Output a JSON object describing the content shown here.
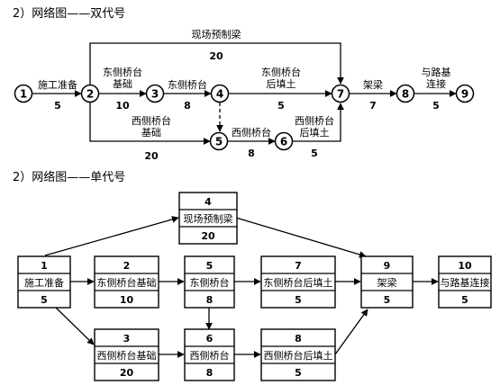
{
  "section1": {
    "heading": "2）网络图——双代号",
    "nodes": [
      "1",
      "2",
      "3",
      "4",
      "5",
      "6",
      "7",
      "8",
      "9"
    ],
    "activities": [
      {
        "id": "a12",
        "name": "施工准备",
        "duration": "5"
      },
      {
        "id": "a23",
        "name": "东侧桥台\n基础",
        "duration": "10"
      },
      {
        "id": "a34",
        "name": "东侧桥台",
        "duration": "8"
      },
      {
        "id": "a47",
        "name": "东侧桥台\n后填土",
        "duration": "5"
      },
      {
        "id": "a27",
        "name": "现场预制梁",
        "duration": "20"
      },
      {
        "id": "a25",
        "name": "西侧桥台\n基础",
        "duration": "20"
      },
      {
        "id": "a56",
        "name": "西侧桥台",
        "duration": "8"
      },
      {
        "id": "a67",
        "name": "西侧桥台\n后填土",
        "duration": "5"
      },
      {
        "id": "a78",
        "name": "架梁",
        "duration": "7"
      },
      {
        "id": "a89",
        "name": "与路基\n连接",
        "duration": "5"
      }
    ]
  },
  "section2": {
    "heading": "2）网络图——单代号",
    "boxes": [
      {
        "id": "1",
        "name": "施工准备",
        "duration": "5"
      },
      {
        "id": "2",
        "name": "东侧桥台基础",
        "duration": "10"
      },
      {
        "id": "3",
        "name": "西侧桥台基础",
        "duration": "20"
      },
      {
        "id": "4",
        "name": "现场预制梁",
        "duration": "20"
      },
      {
        "id": "5",
        "name": "东侧桥台",
        "duration": "8"
      },
      {
        "id": "6",
        "name": "西侧桥台",
        "duration": "8"
      },
      {
        "id": "7",
        "name": "东侧桥台后填土",
        "duration": "5"
      },
      {
        "id": "8",
        "name": "西侧桥台后填土",
        "duration": "5"
      },
      {
        "id": "9",
        "name": "架梁",
        "duration": "5"
      },
      {
        "id": "10",
        "name": "与路基连接",
        "duration": "5"
      }
    ]
  }
}
